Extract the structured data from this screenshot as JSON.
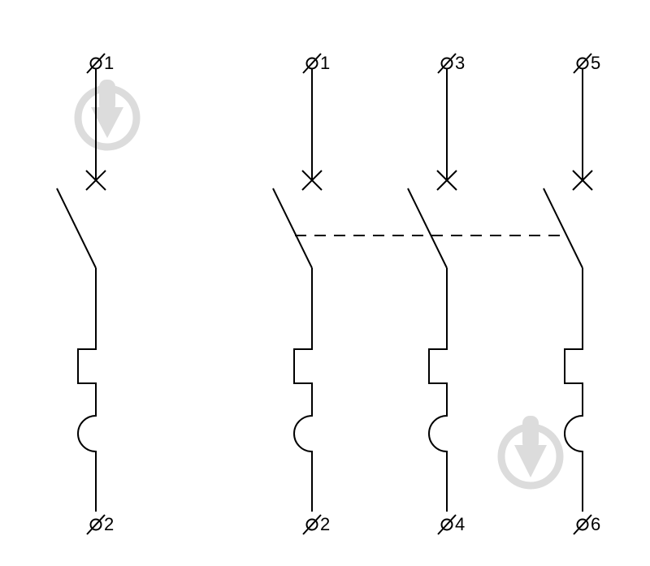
{
  "colors": {
    "line": "#000000",
    "background": "#ffffff",
    "watermark": "#d9d9d9"
  },
  "single_pole": {
    "top_terminal": "1",
    "bottom_terminal": "2"
  },
  "three_pole": {
    "poles": [
      {
        "top_terminal": "1",
        "bottom_terminal": "2"
      },
      {
        "top_terminal": "3",
        "bottom_terminal": "4"
      },
      {
        "top_terminal": "5",
        "bottom_terminal": "6"
      }
    ]
  },
  "watermarks": [
    {
      "icon": "download-arrow-icon"
    },
    {
      "icon": "download-arrow-icon"
    }
  ]
}
